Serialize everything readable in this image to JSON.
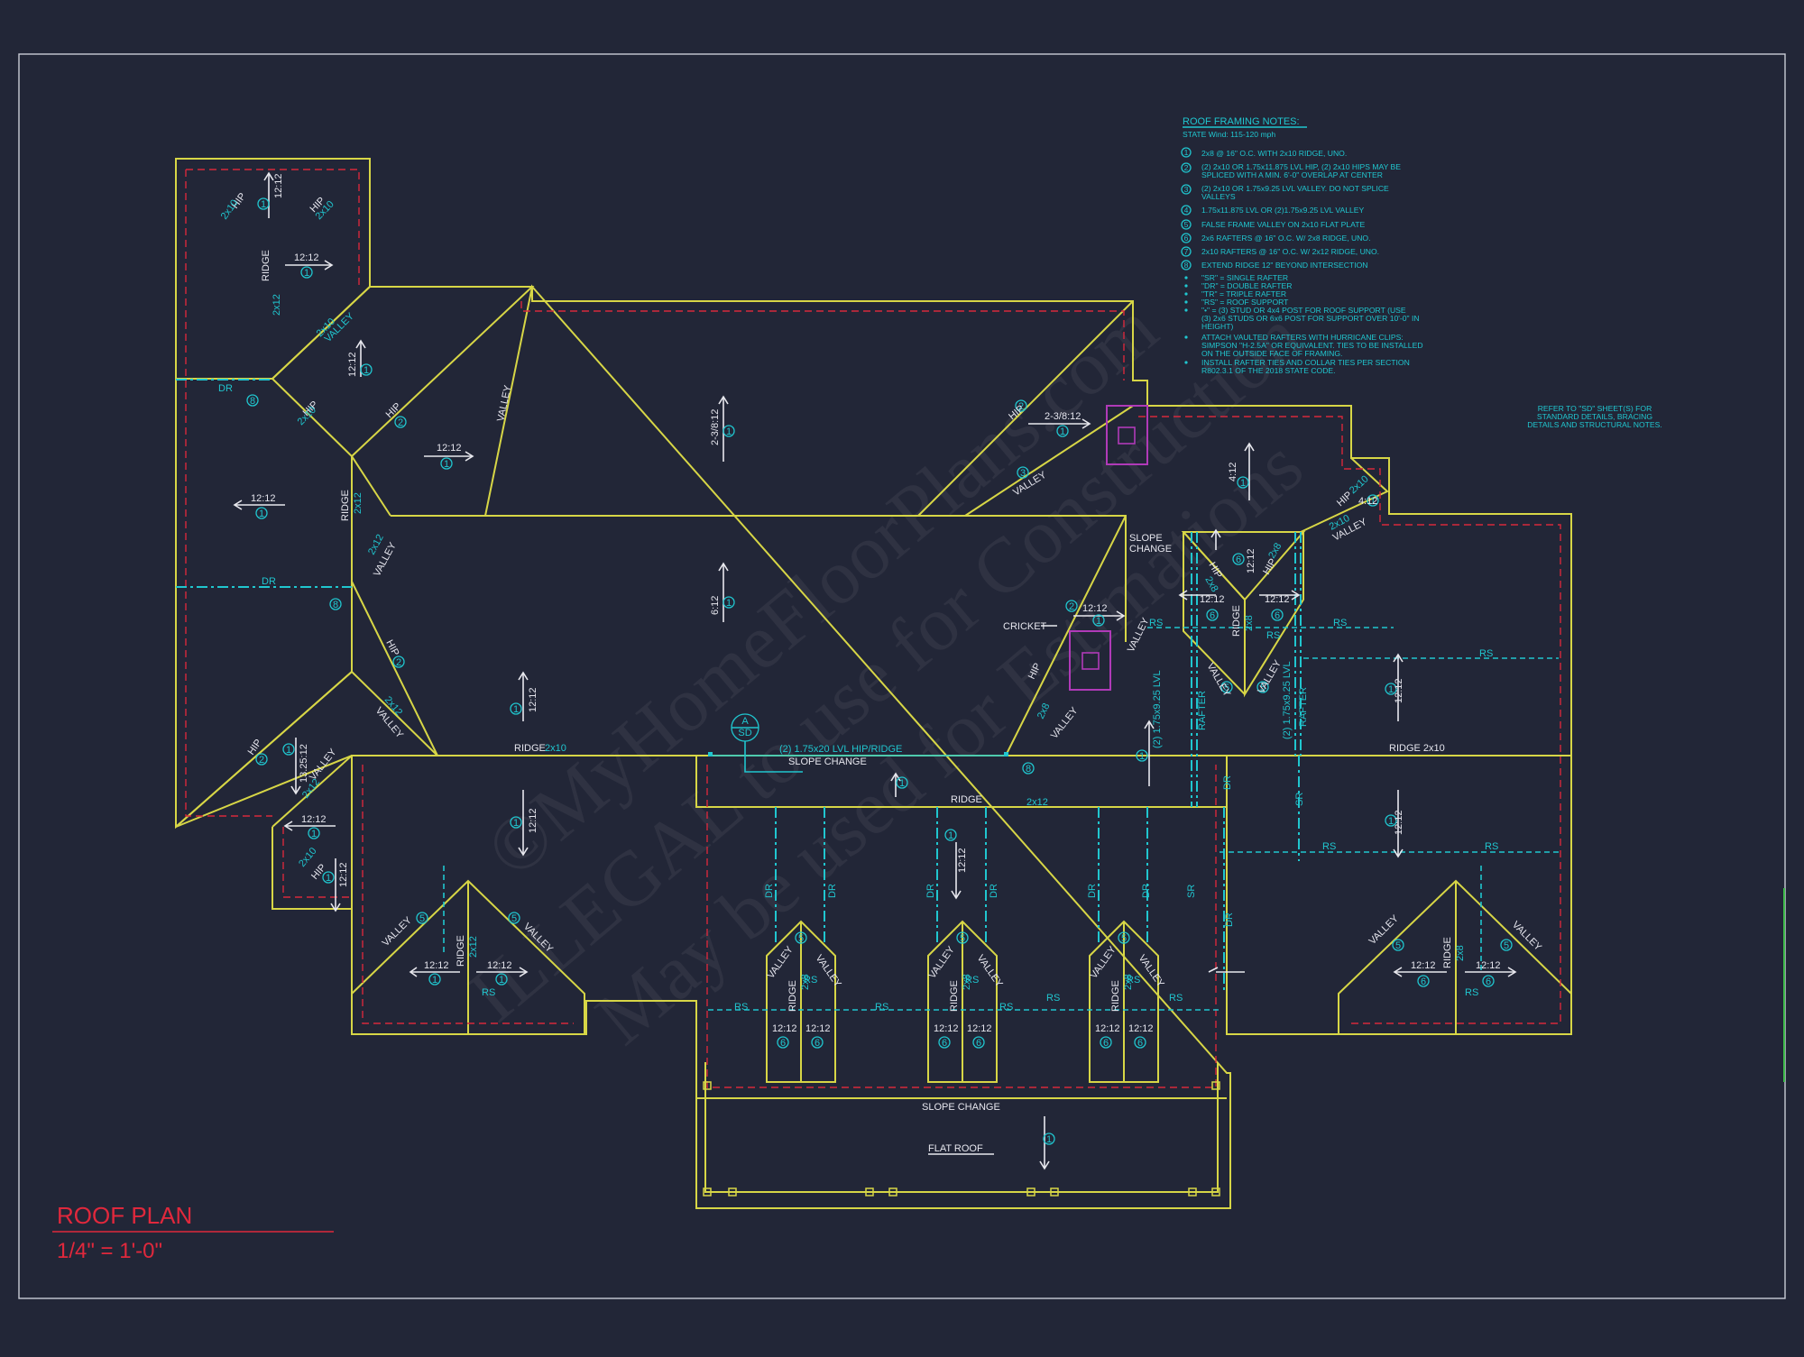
{
  "sheet": {
    "title": "ROOF PLAN",
    "scale": "1/4\" = 1'-0\""
  },
  "notes": {
    "heading": "ROOF FRAMING NOTES:",
    "subheading": "STATE Wind: 115-120 mph",
    "items": [
      {
        "num": "1",
        "text": "2x8 @ 16\" O.C. WITH 2x10 RIDGE, UNO."
      },
      {
        "num": "2",
        "text": "(2) 2x10 OR 1.75x11.875 LVL HIP, (2) 2x10 HIPS MAY BE",
        "text2": "SPLICED WITH A MIN. 6'-0\" OVERLAP AT CENTER"
      },
      {
        "num": "3",
        "text": "(2) 2x10 OR 1.75x9.25 LVL VALLEY. DO NOT SPLICE",
        "text2": "VALLEYS"
      },
      {
        "num": "4",
        "text": "1.75x11.875 LVL OR (2)1.75x9.25 LVL VALLEY"
      },
      {
        "num": "5",
        "text": "FALSE FRAME VALLEY ON 2x10 FLAT PLATE"
      },
      {
        "num": "6",
        "text": "2x6 RAFTERS @ 16\" O.C. W/ 2x8 RIDGE, UNO."
      },
      {
        "num": "7",
        "text": "2x10 RAFTERS @ 16\" O.C. W/ 2x12 RIDGE, UNO."
      },
      {
        "num": "8",
        "text": "EXTEND RIDGE 12\" BEYOND INTERSECTION"
      }
    ],
    "bullets": [
      "\"SR\" = SINGLE RAFTER",
      "\"DR\" = DOUBLE RAFTER",
      "\"TR\" = TRIPLE RAFTER",
      "\"RS\" = ROOF SUPPORT",
      "\"•\" = (3) STUD OR 4x4 POST FOR ROOF SUPPORT (USE",
      "(3) 2x6 STUDS OR 6x6 POST FOR SUPPORT OVER 10'-0\" IN",
      "HEIGHT)",
      "ATTACH VAULTED RAFTERS WITH HURRICANE CLIPS:",
      "SIMPSON \"H-2.5A\" OR EQUIVALENT. TIES TO BE INSTALLED",
      "ON THE OUTSIDE FACE OF FRAMING.",
      "INSTALL RAFTER TIES AND COLLAR TIES PER SECTION",
      "R802.3.1 OF THE 2018 STATE CODE."
    ],
    "refer": [
      "REFER TO \"SD\" SHEET(S) FOR",
      "STANDARD DETAILS, BRACING",
      "DETAILS AND STRUCTURAL NOTES."
    ]
  },
  "watermark": {
    "line1": "©MyHomeFloorPlans.com",
    "line2": "ILLEGAL to use for Construction",
    "line3": "May be used for Estimations"
  },
  "labels": {
    "ridge": "RIDGE",
    "ridge_2x10": "RIDGE 2x10",
    "hip": "HIP",
    "valley": "VALLEY",
    "dr": "DR",
    "sr": "SR",
    "rs": "RS",
    "lumber_2x10": "2x10",
    "lumber_2x12": "2x12",
    "lumber_2x8": "2x8",
    "slope_change": "SLOPE CHANGE",
    "slope_change_l1": "SLOPE",
    "slope_change_l2": "CHANGE",
    "cricket": "CRICKET",
    "flat_roof": "FLAT ROOF",
    "lvl_hip_ridge": "(2) 1.75x20 LVL HIP/RIDGE",
    "lvl_rafter_a": "(2) 1.75x9.25 LVL",
    "lvl_rafter_b": "(2) 1.75x9.25 LVL",
    "rafter": "RAFTER",
    "section_ref": "A",
    "section_sheet": "SD"
  },
  "pitches": {
    "p12": "12:12",
    "p13": "13.25:12",
    "p_main": "2-3/8:12",
    "p_six": "6:12",
    "p_four": "4:12",
    "p_tower": "2-3/8:12"
  },
  "colors": {
    "background": "#222637",
    "roof_outline": "#d7d646",
    "wall_dashed": "#d6283c",
    "framing": "#20c6cf",
    "chimney": "#b03ab8",
    "title": "#e0283c"
  }
}
